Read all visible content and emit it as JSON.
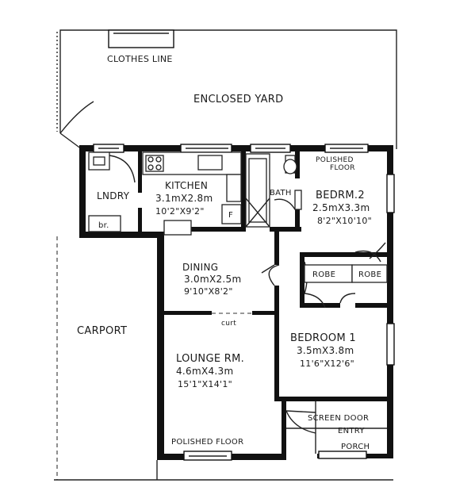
{
  "labels": {
    "clothes_line": "CLOTHES LINE",
    "enclosed_yard": "ENCLOSED YARD",
    "polished_floor_top_1": "POLISHED",
    "polished_floor_top_2": "FLOOR",
    "kitchen_name": "KITCHEN",
    "kitchen_metric": "3.1mX2.8m",
    "kitchen_imperial": "10'2\"X9'2\"",
    "laundry": "LNDRY",
    "broom": "br.",
    "fridge": "F",
    "bath": "BATH",
    "bedroom2_name": "BEDRM.2",
    "bedroom2_metric": "2.5mX3.3m",
    "bedroom2_imperial": "8'2\"X10'10\"",
    "dining_name": "DINING",
    "dining_metric": "3.0mX2.5m",
    "dining_imperial": "9'10\"X8'2\"",
    "robe_left": "ROBE",
    "robe_right": "ROBE",
    "carport": "CARPORT",
    "curtain": "curt",
    "lounge_name": "LOUNGE RM.",
    "lounge_metric": "4.6mX4.3m",
    "lounge_imperial": "15'1\"X14'1\"",
    "bedroom1_name": "BEDROOM 1",
    "bedroom1_metric": "3.5mX3.8m",
    "bedroom1_imperial": "11'6\"X12'6\"",
    "screen_door": "SCREEN DOOR",
    "entry": "ENTRY",
    "porch": "PORCH",
    "polished_floor_bottom": "POLISHED FLOOR"
  }
}
